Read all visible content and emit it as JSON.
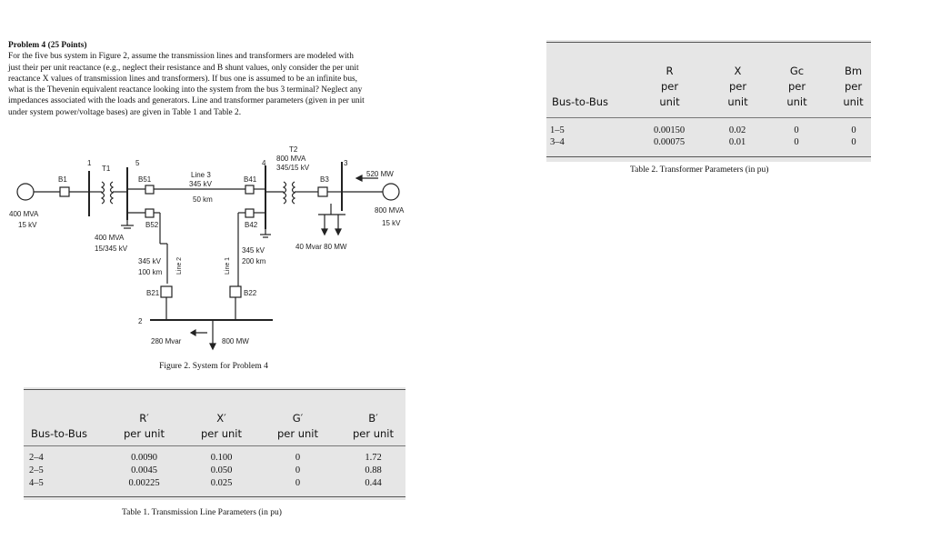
{
  "problem": {
    "title": "Problem 4 (25 Points)",
    "lines": [
      "For the five bus system in Figure 2, assume the transmission lines and transformers are modeled with",
      "just their per unit reactance (e.g., neglect their resistance and B shunt values, only consider the per unit",
      "reactance X values of transmission lines and transformers). If bus one is assumed to be an infinite bus,",
      "what is the Thevenin equivalent reactance looking into the system from the bus 3 terminal? Neglect any",
      "impedances associated with the loads and generators. Line and transformer parameters (given in per unit",
      "under system power/voltage bases) are given in Table 1 and Table 2."
    ]
  },
  "figure": {
    "caption": "Figure 2. System for Problem 4",
    "labels": {
      "n1": "1",
      "t1": "T1",
      "n5": "5",
      "n4": "4",
      "n3": "3",
      "n2": "2",
      "b1": "B1",
      "b51": "B51",
      "b52": "B52",
      "b41": "B41",
      "b42": "B42",
      "b3": "B3",
      "b21": "B21",
      "b22": "B22",
      "line3": "Line 3",
      "l3kv": "345 kV",
      "l3km": "50 km",
      "t2": "T2",
      "t2mva": "800 MVA",
      "t2kv": "345/15 kV",
      "g1mva": "400 MVA",
      "g1kv": "15 kV",
      "t1mva": "400 MVA",
      "t1kv": "15/345 kV",
      "g3mw": "520 MW",
      "g3mva": "800 MVA",
      "g3kv": "15 kV",
      "load4": "40 Mvar  80 MW",
      "l2kv": "345 kV",
      "l2km": "100 km",
      "line2": "Line 2",
      "l1kv": "345 kV",
      "l1km": "200 km",
      "line1": "Line 1",
      "load2q": "280 Mvar",
      "load2p": "800 MW"
    }
  },
  "table2": {
    "caption": "Table 2. Transformer Parameters (in pu)",
    "headers": [
      {
        "label": "Bus-to-Bus"
      },
      {
        "sym": "R",
        "u1": "per",
        "u2": "unit"
      },
      {
        "sym": "X",
        "u1": "per",
        "u2": "unit"
      },
      {
        "sym": "Gc",
        "u1": "per",
        "u2": "unit"
      },
      {
        "sym": "Bm",
        "u1": "per",
        "u2": "unit"
      }
    ],
    "rows": [
      [
        "1–5",
        "0.00150",
        "0.02",
        "0",
        "0"
      ],
      [
        "3–4",
        "0.00075",
        "0.01",
        "0",
        "0"
      ]
    ]
  },
  "table1": {
    "caption": "Table 1. Transmission Line Parameters (in pu)",
    "headers": [
      {
        "label": "Bus-to-Bus"
      },
      {
        "sym": "R′",
        "unit": "per unit"
      },
      {
        "sym": "X′",
        "unit": "per unit"
      },
      {
        "sym": "G′",
        "unit": "per unit"
      },
      {
        "sym": "B′",
        "unit": "per unit"
      }
    ],
    "rows": [
      [
        "2–4",
        "0.0090",
        "0.100",
        "0",
        "1.72"
      ],
      [
        "2–5",
        "0.0045",
        "0.050",
        "0",
        "0.88"
      ],
      [
        "4–5",
        "0.00225",
        "0.025",
        "0",
        "0.44"
      ]
    ]
  }
}
